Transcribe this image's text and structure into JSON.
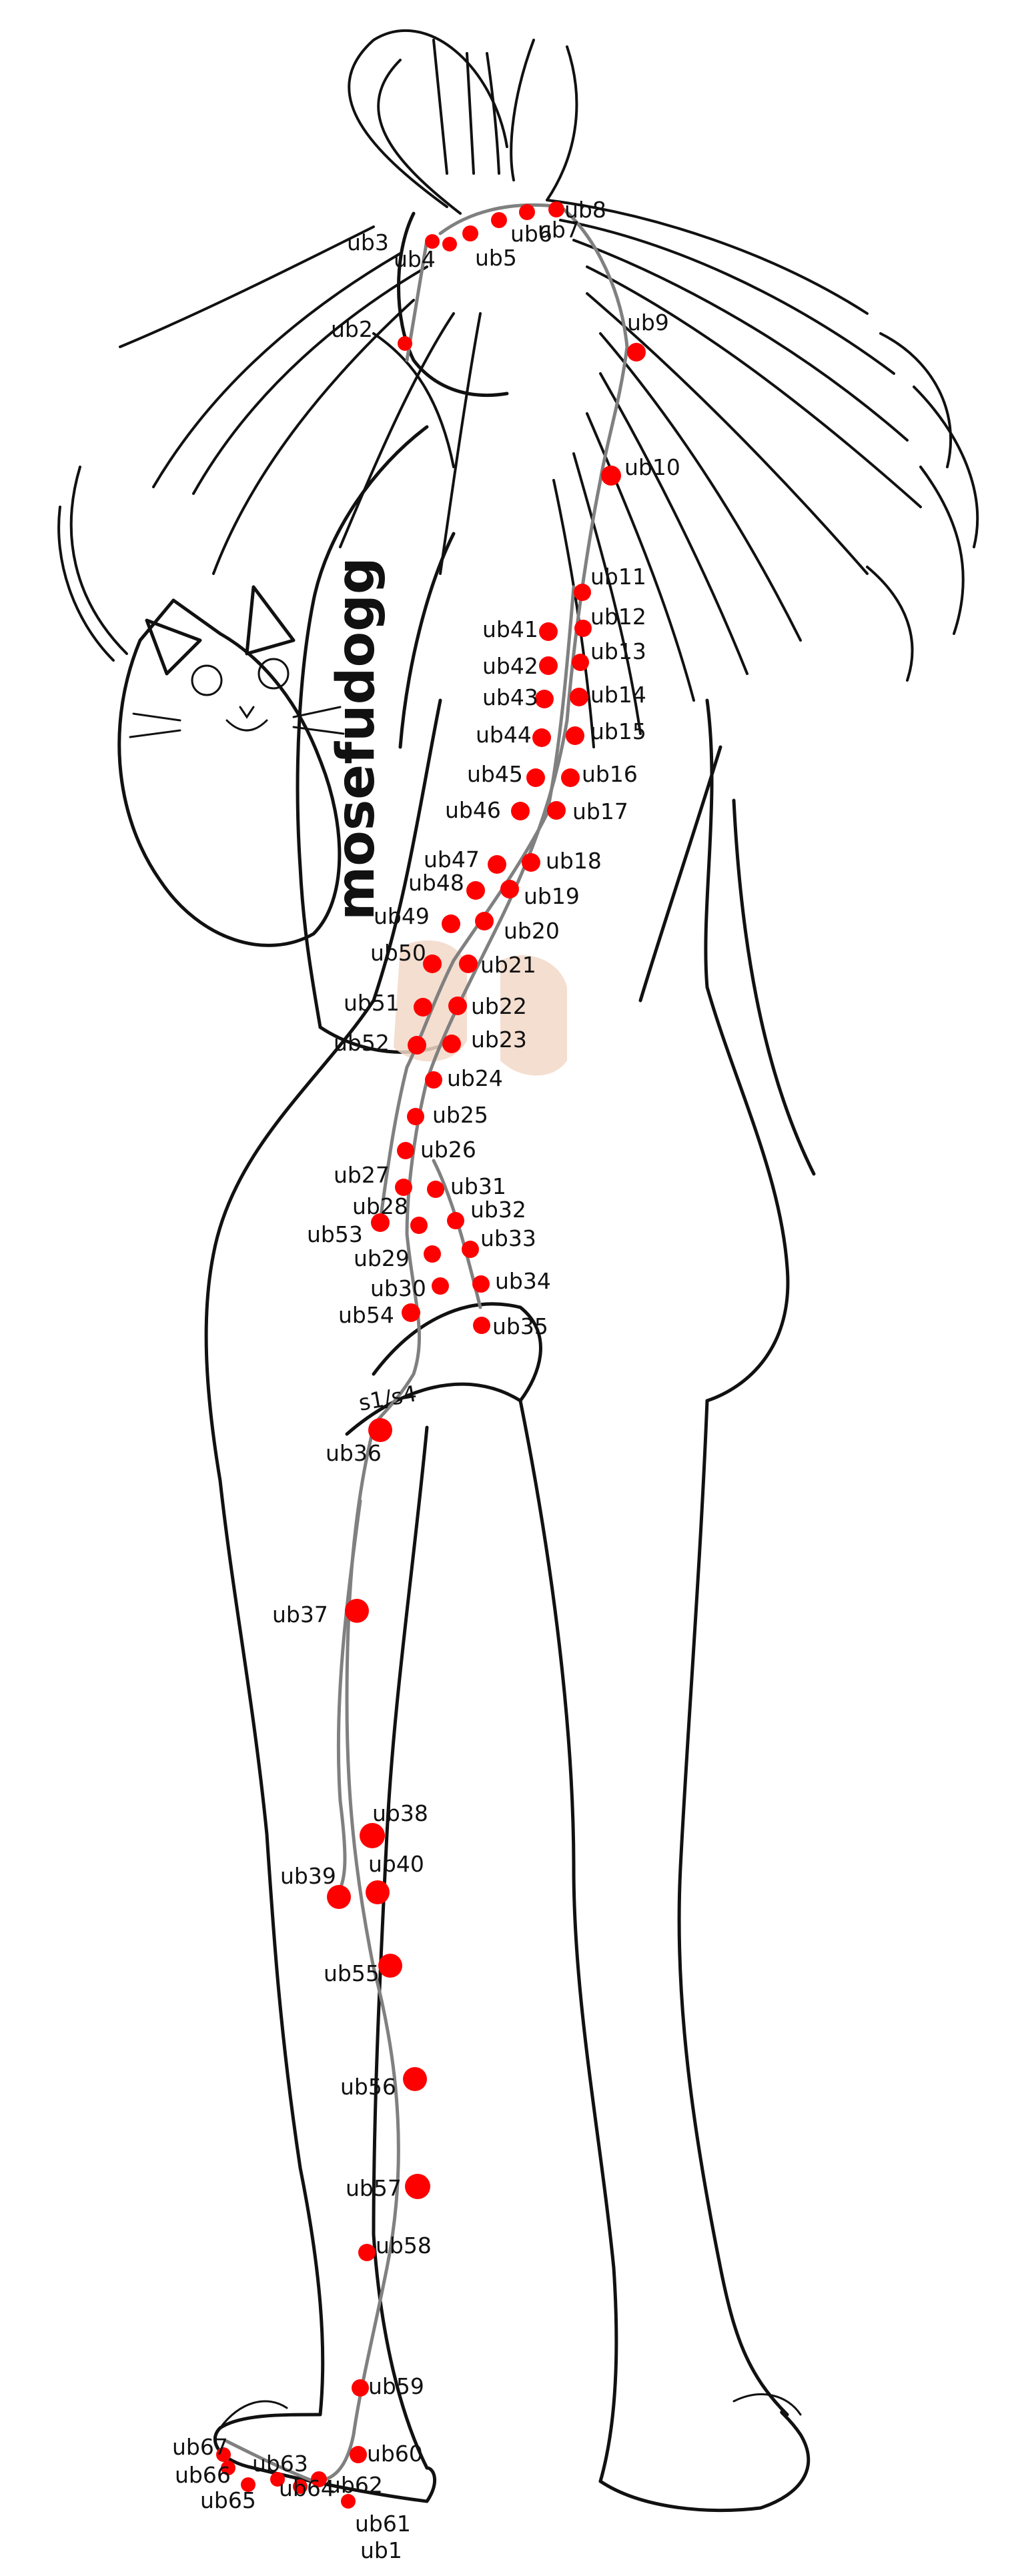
{
  "figure": {
    "artist_signature": "mosefudogg",
    "meridian_color": "#808080",
    "point_color": "#ff0000",
    "highlight_color": "#f2d8c8",
    "line_color": "#111111"
  },
  "points": [
    {
      "id": "ub1",
      "label": "ub1"
    },
    {
      "id": "ub2",
      "label": "ub2"
    },
    {
      "id": "ub3",
      "label": "ub3"
    },
    {
      "id": "ub4",
      "label": "ub4"
    },
    {
      "id": "ub5",
      "label": "ub5"
    },
    {
      "id": "ub6",
      "label": "ub6"
    },
    {
      "id": "ub7",
      "label": "ub7"
    },
    {
      "id": "ub8",
      "label": "ub8"
    },
    {
      "id": "ub9",
      "label": "ub9"
    },
    {
      "id": "ub10",
      "label": "ub10"
    },
    {
      "id": "ub11",
      "label": "ub11"
    },
    {
      "id": "ub12",
      "label": "ub12"
    },
    {
      "id": "ub13",
      "label": "ub13"
    },
    {
      "id": "ub14",
      "label": "ub14"
    },
    {
      "id": "ub15",
      "label": "ub15"
    },
    {
      "id": "ub16",
      "label": "ub16"
    },
    {
      "id": "ub17",
      "label": "ub17"
    },
    {
      "id": "ub18",
      "label": "ub18"
    },
    {
      "id": "ub19",
      "label": "ub19"
    },
    {
      "id": "ub20",
      "label": "ub20"
    },
    {
      "id": "ub21",
      "label": "ub21"
    },
    {
      "id": "ub22",
      "label": "ub22"
    },
    {
      "id": "ub23",
      "label": "ub23"
    },
    {
      "id": "ub24",
      "label": "ub24"
    },
    {
      "id": "ub25",
      "label": "ub25"
    },
    {
      "id": "ub26",
      "label": "ub26"
    },
    {
      "id": "ub27",
      "label": "ub27"
    },
    {
      "id": "ub28",
      "label": "ub28"
    },
    {
      "id": "ub29",
      "label": "ub29"
    },
    {
      "id": "ub30",
      "label": "ub30"
    },
    {
      "id": "ub31",
      "label": "ub31"
    },
    {
      "id": "ub32",
      "label": "ub32"
    },
    {
      "id": "ub33",
      "label": "ub33"
    },
    {
      "id": "ub34",
      "label": "ub34"
    },
    {
      "id": "ub35",
      "label": "ub35"
    },
    {
      "id": "ub36",
      "label": "ub36"
    },
    {
      "id": "ub37",
      "label": "ub37"
    },
    {
      "id": "ub38",
      "label": "ub38"
    },
    {
      "id": "ub39",
      "label": "ub39"
    },
    {
      "id": "ub40",
      "label": "ub40"
    },
    {
      "id": "ub41",
      "label": "ub41"
    },
    {
      "id": "ub42",
      "label": "ub42"
    },
    {
      "id": "ub43",
      "label": "ub43"
    },
    {
      "id": "ub44",
      "label": "ub44"
    },
    {
      "id": "ub45",
      "label": "ub45"
    },
    {
      "id": "ub46",
      "label": "ub46"
    },
    {
      "id": "ub47",
      "label": "ub47"
    },
    {
      "id": "ub48",
      "label": "ub48"
    },
    {
      "id": "ub49",
      "label": "ub49"
    },
    {
      "id": "ub50",
      "label": "ub50"
    },
    {
      "id": "ub51",
      "label": "ub51"
    },
    {
      "id": "ub52",
      "label": "ub52"
    },
    {
      "id": "ub53",
      "label": "ub53"
    },
    {
      "id": "ub54",
      "label": "ub54"
    },
    {
      "id": "ub55",
      "label": "ub55"
    },
    {
      "id": "ub56",
      "label": "ub56"
    },
    {
      "id": "ub57",
      "label": "ub57"
    },
    {
      "id": "ub58",
      "label": "ub58"
    },
    {
      "id": "ub59",
      "label": "ub59"
    },
    {
      "id": "ub60",
      "label": "ub60"
    },
    {
      "id": "ub61",
      "label": "ub61"
    },
    {
      "id": "ub62",
      "label": "ub62"
    },
    {
      "id": "ub63",
      "label": "ub63"
    },
    {
      "id": "ub64",
      "label": "ub64"
    },
    {
      "id": "ub65",
      "label": "ub65"
    },
    {
      "id": "ub66",
      "label": "ub66"
    },
    {
      "id": "ub67",
      "label": "ub67"
    }
  ],
  "annotations": [
    {
      "id": "s1-s4",
      "label": "s1/s4"
    }
  ]
}
